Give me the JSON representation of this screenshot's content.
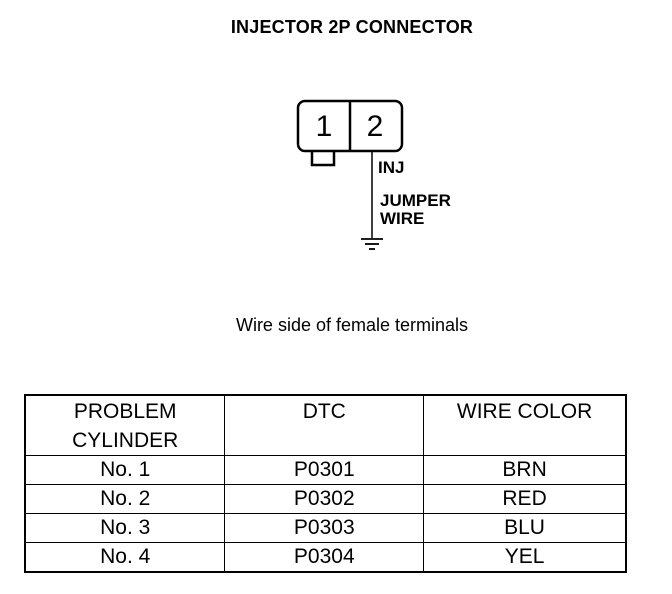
{
  "title": "INJECTOR 2P CONNECTOR",
  "connector": {
    "pin1": "1",
    "pin2": "2",
    "wire_label": "INJ",
    "jumper_label_line1": "JUMPER",
    "jumper_label_line2": "WIRE"
  },
  "caption": "Wire side of female terminals",
  "table": {
    "headers": [
      "PROBLEM\nCYLINDER",
      "DTC",
      "WIRE COLOR"
    ],
    "header_lines": {
      "col1_line1": "PROBLEM",
      "col1_line2": "CYLINDER",
      "col2": "DTC",
      "col3": "WIRE COLOR"
    },
    "rows": [
      {
        "cylinder": "No. 1",
        "dtc": "P0301",
        "color": "BRN"
      },
      {
        "cylinder": "No. 2",
        "dtc": "P0302",
        "color": "RED"
      },
      {
        "cylinder": "No. 3",
        "dtc": "P0303",
        "color": "BLU"
      },
      {
        "cylinder": "No. 4",
        "dtc": "P0304",
        "color": "YEL"
      }
    ]
  }
}
